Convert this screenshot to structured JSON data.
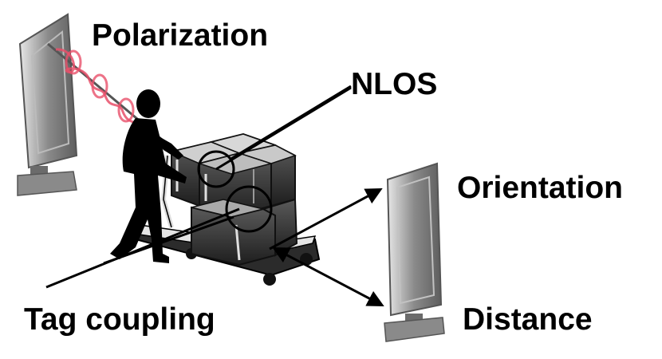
{
  "labels": {
    "polarization": "Polarization",
    "nlos": "NLOS",
    "orientation": "Orientation",
    "tag_coupling": "Tag coupling",
    "distance": "Distance"
  },
  "colors": {
    "wave": "#e8506a",
    "antenna_panel": "#8f8f8f",
    "antenna_light": "#d9d9d9",
    "box_dark": "#3a3a3a",
    "silhouette": "#000000"
  }
}
